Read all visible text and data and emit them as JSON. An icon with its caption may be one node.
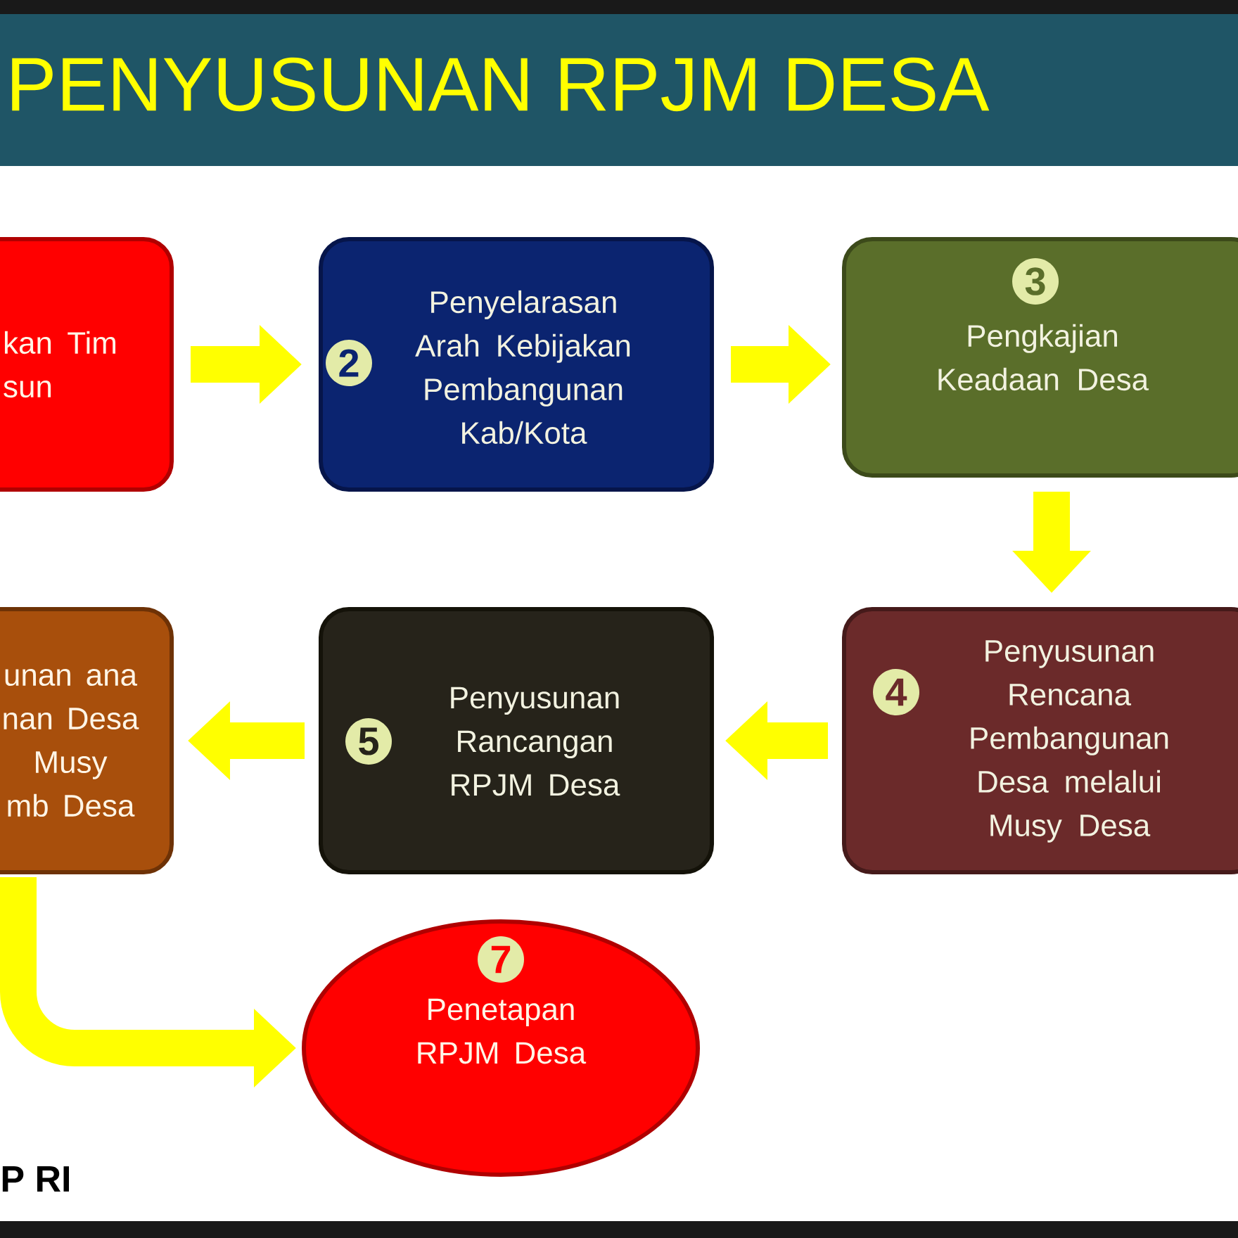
{
  "diagram": {
    "title": "PENYUSUNAN RPJM DESA",
    "nodes": [
      {
        "text": [
          "kan Tim sun"
        ]
      },
      {
        "text": [
          "2",
          "Penyelarasan Arah Kebijakan Pembangunan Kab/Kota"
        ]
      },
      {
        "text": [
          "3",
          "Pengkajian Keadaan Desa"
        ]
      },
      {
        "text": [
          "4",
          "Penyusunan Rencana Pembangunan Desa melalui Musy Desa"
        ]
      },
      {
        "text": [
          "5",
          "Penyusunan Rancangan RPJM Desa"
        ]
      },
      {
        "text": [
          "unan ana nan Desa Musy mb Desa"
        ]
      },
      {
        "text": [
          "7",
          "Penetapan RPJM Desa"
        ]
      }
    ],
    "edges": [
      {
        "from": 0,
        "to": 1,
        "arrow": "to"
      },
      {
        "from": 1,
        "to": 2,
        "arrow": "to"
      },
      {
        "from": 2,
        "to": 3,
        "arrow": "to"
      },
      {
        "from": 3,
        "to": 4,
        "arrow": "to"
      },
      {
        "from": 4,
        "to": 5,
        "arrow": "to"
      },
      {
        "from": 5,
        "to": 6,
        "arrow": "to"
      }
    ],
    "labels": [
      "P RI"
    ]
  }
}
